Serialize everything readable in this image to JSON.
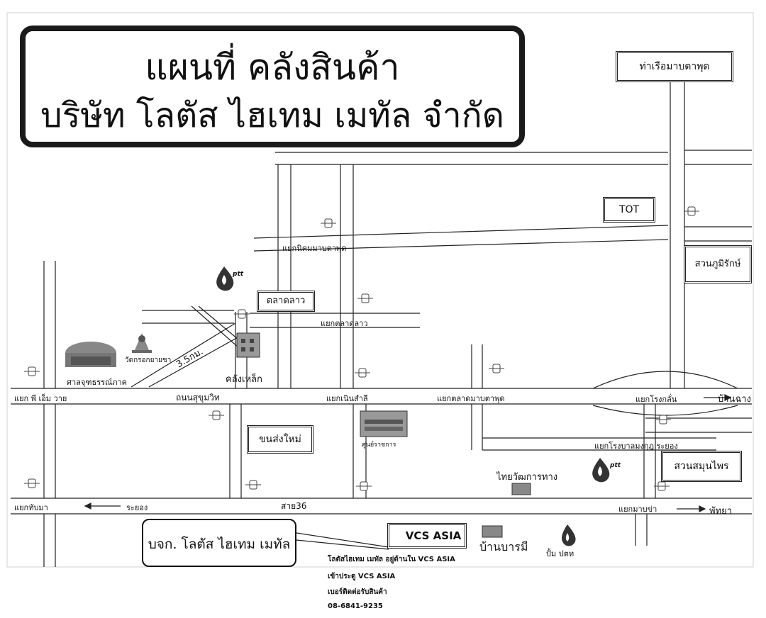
{
  "title": {
    "line1": "แผนที่ คลังสินค้า",
    "line2": "บริษัท โลตัส ไฮเทม เมทัล จำกัด"
  },
  "boxes": {
    "port": "ท่าเรือมาบตาพุด",
    "tot": "TOT",
    "suan_phumirak": "สวนภูมิรักษ์",
    "talat_lao": "ตลาดลาว",
    "khon_song_mai": "ขนส่งใหม่",
    "suan_samunphrai": "สวนสมุนไพร",
    "vcs_asia": "VCS ASIA"
  },
  "labels": {
    "yaek_nikhom": "แยกนิคมมาบตาพุด",
    "yaek_talat_lao": "แยกตลาดลาว",
    "wat": "วัดกรอกยายชา",
    "sala": "ศาลจุฑธรรณ์ภาค",
    "distance": "3.5กม.",
    "warehouse": "คลังเหล็ก",
    "yaek_pm": "แยก พี เอ็ม วาย",
    "sukhumvit": "ถนนสุขุมวิท",
    "yaek_noen_samli": "แยกเนินสำลี",
    "yaek_talat_maptaphut": "แยกตลาดมาบตาพุด",
    "yaek_rongklan": "แยกโรงกลั่น",
    "ban_chang": "บ้านฉาง",
    "sun_ratchakan": "ศูนย์ราชการ",
    "yaek_hospital": "แยกโรงบาลมงกุฎ ระยอง",
    "thai_watana": "ไทยวัฒการทาง",
    "yaek_thapma": "แยกทับมา",
    "rayong": "ระยอง",
    "sai36": "สาย36",
    "yaek_map_kha": "แยกมาบข่า",
    "pattaya": "พัทยา",
    "company": "บจก. โลตัส ไฮเทม เมทัล",
    "ban_barami": "บ้านบารมี",
    "gas_station": "ปั้ม ปตท",
    "ptt_top": "ptt",
    "ptt_bottom": "ptt"
  },
  "info": {
    "line1": "โลตัสไฮเทม เมทัล อยู่ด้านใน VCS ASIA",
    "line2": "เข้าประตู VCS ASIA",
    "line3": "เบอร์ติดต่อรับสินค้า",
    "phone": "08-6841-9235"
  }
}
